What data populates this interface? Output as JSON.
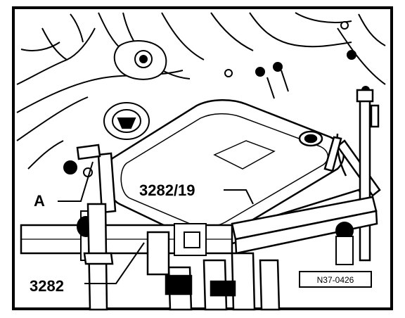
{
  "figure": {
    "labels": {
      "a": "A",
      "tool_3282_19": "3282/19",
      "tool_3282": "3282"
    },
    "reference_code": "N37-0426"
  }
}
